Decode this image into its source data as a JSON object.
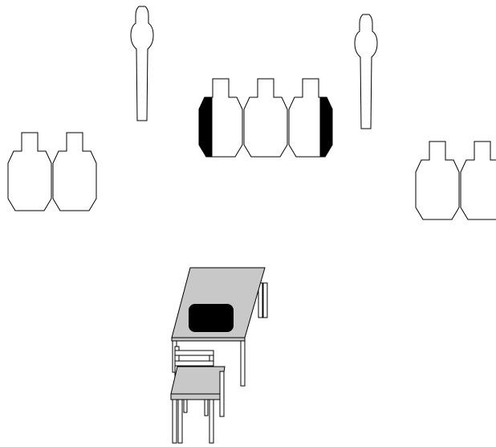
{
  "diagram": {
    "kind": "shooting-stage-layout",
    "colors": {
      "background": "#ffffff",
      "outline": "#000000",
      "hard_cover": "#000000",
      "table_surface": "#c8c8c8",
      "table_prop": "#000000"
    },
    "elements": [
      {
        "id": "tgt-left-1",
        "type": "paper-target"
      },
      {
        "id": "tgt-left-2",
        "type": "paper-target"
      },
      {
        "id": "popper-left",
        "type": "steel-popper"
      },
      {
        "id": "tgt-center-1",
        "type": "paper-target",
        "hard_cover": "left"
      },
      {
        "id": "tgt-center-2",
        "type": "paper-target"
      },
      {
        "id": "tgt-center-3",
        "type": "paper-target",
        "hard_cover": "right"
      },
      {
        "id": "popper-right",
        "type": "steel-popper"
      },
      {
        "id": "tgt-right-1",
        "type": "paper-target"
      },
      {
        "id": "tgt-right-2",
        "type": "paper-target"
      },
      {
        "id": "start-table",
        "type": "table",
        "prop": "dark-box"
      },
      {
        "id": "start-chair",
        "type": "chair"
      }
    ]
  }
}
